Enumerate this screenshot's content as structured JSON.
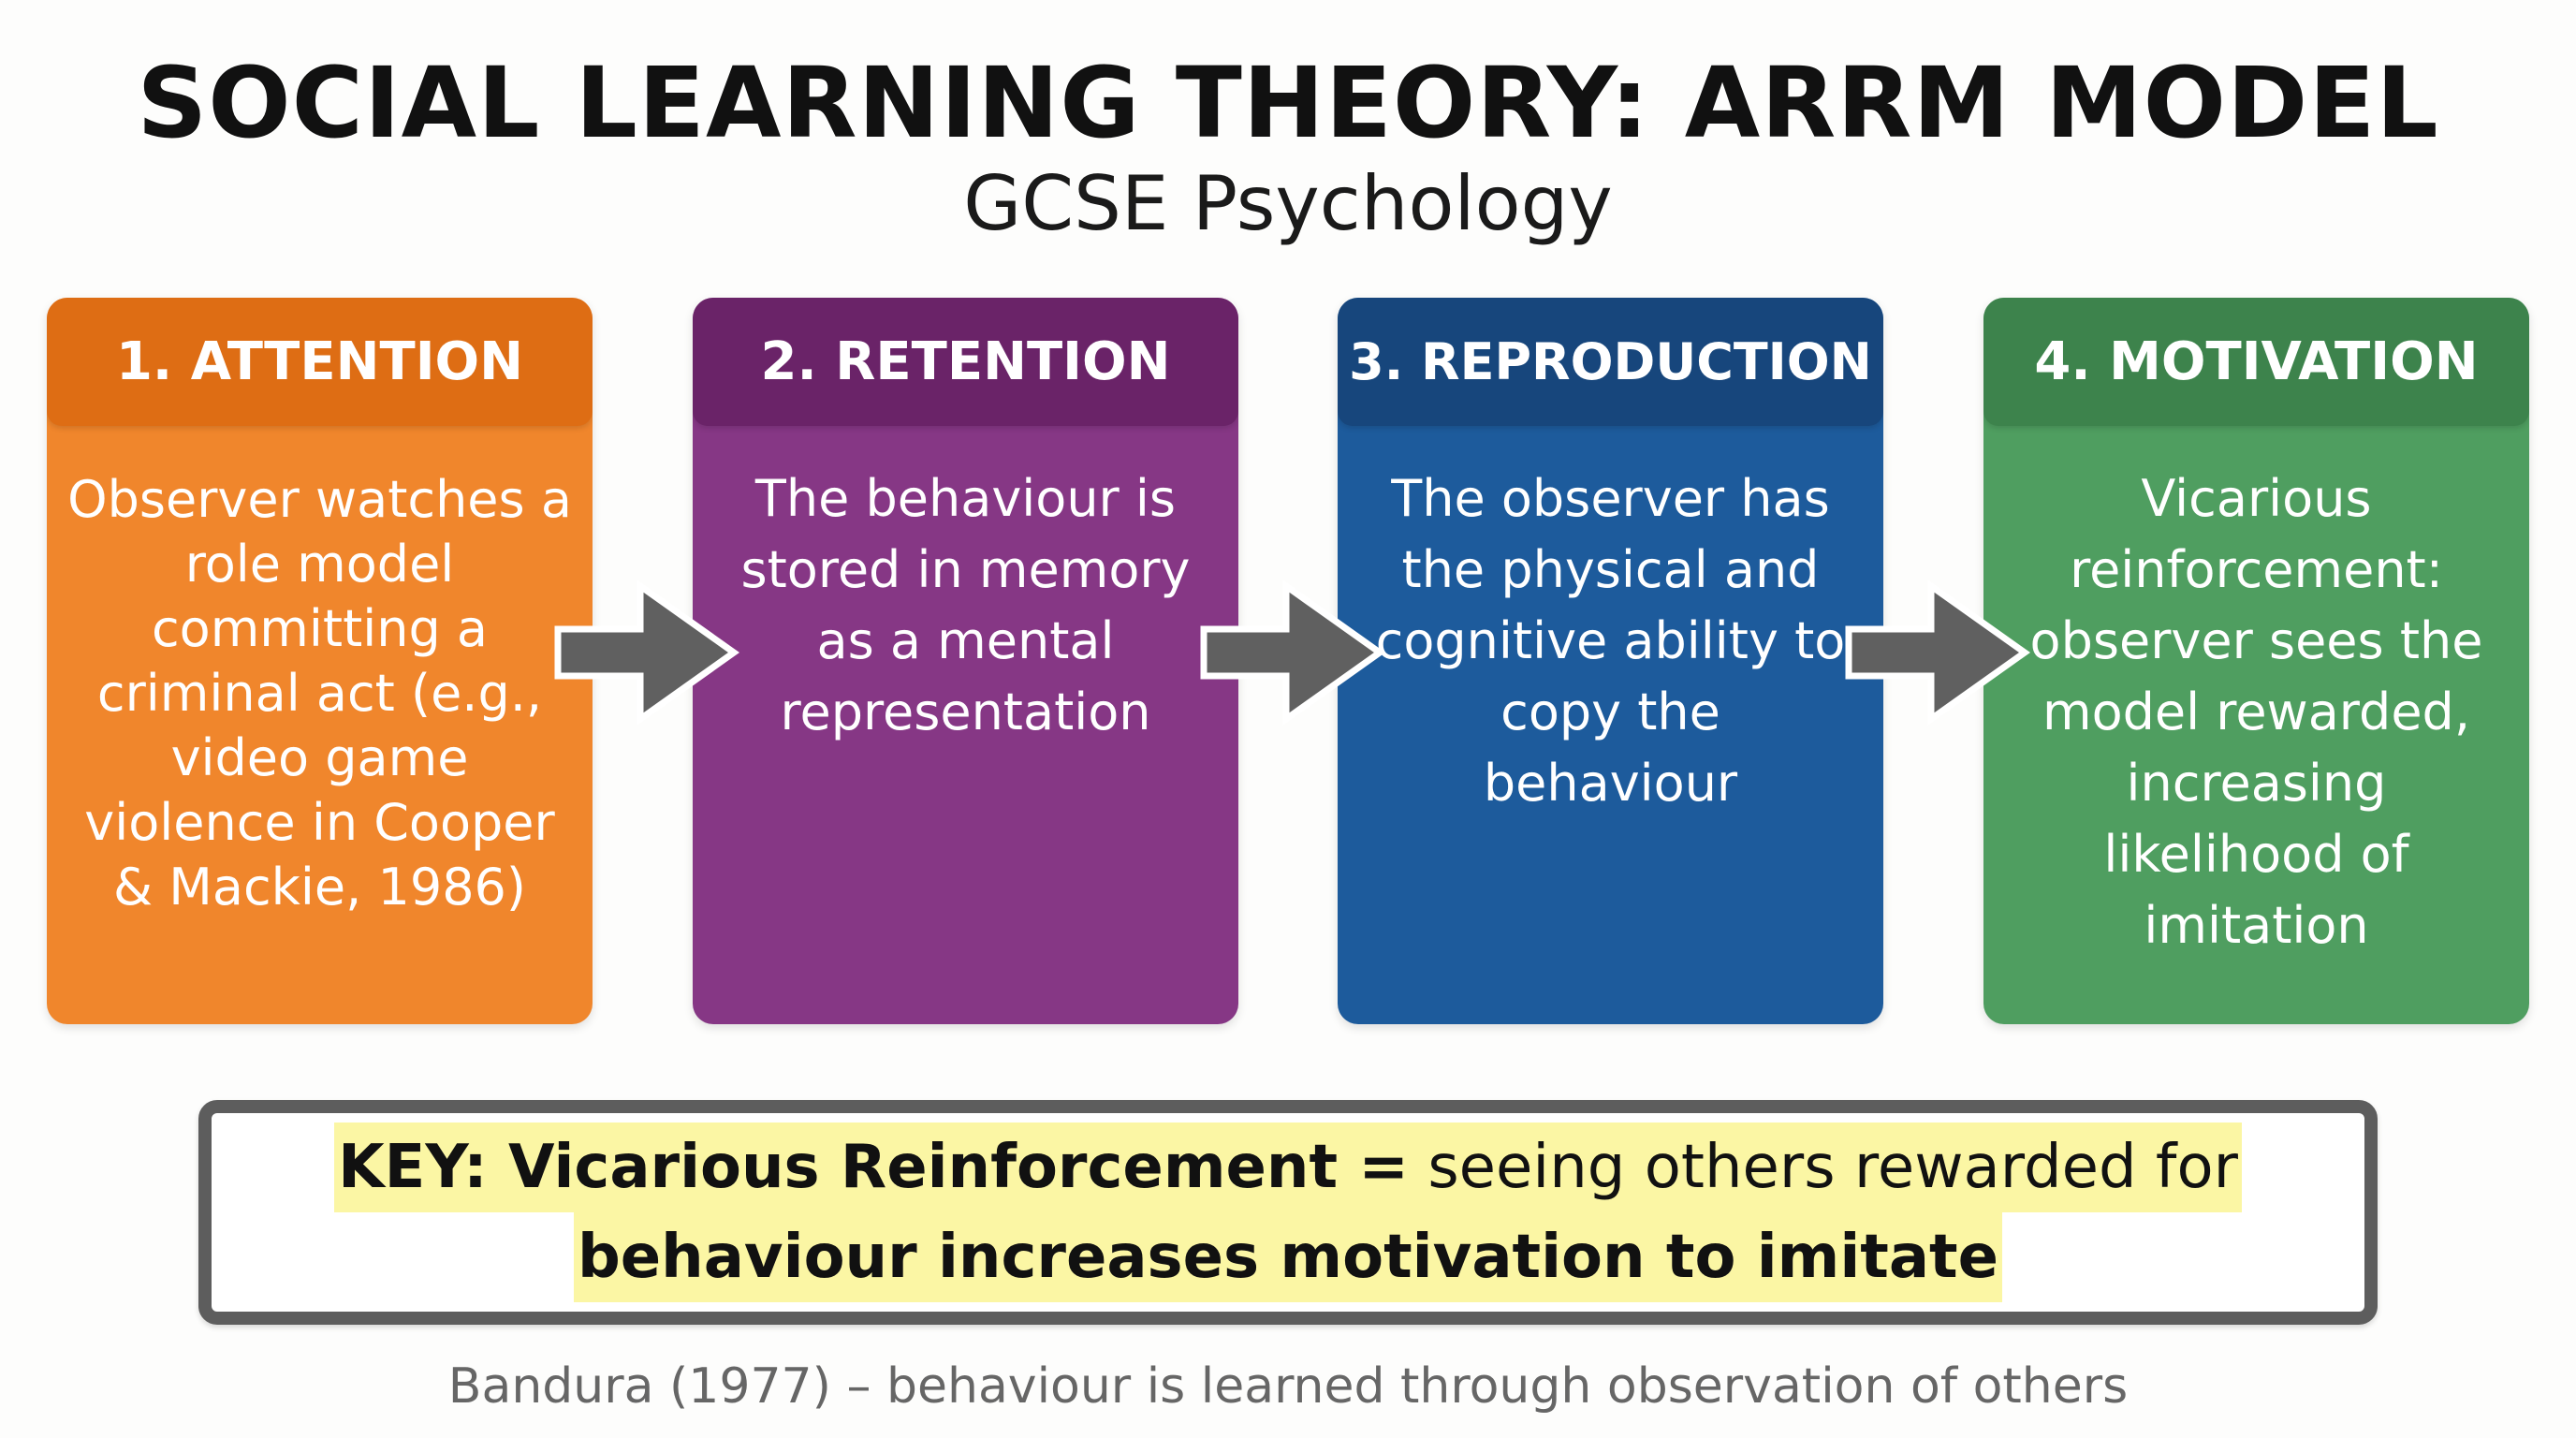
{
  "header": {
    "title": "SOCIAL LEARNING THEORY: ARRM MODEL",
    "subtitle": "GCSE Psychology"
  },
  "stages": [
    {
      "label": "1. ATTENTION",
      "color": "#f0862c",
      "header_color": "#de6d14",
      "description": "Observer watches a role model committing a criminal act (e.g., video game violence in Cooper & Mackie, 1986)"
    },
    {
      "label": "2. RETENTION",
      "color": "#863785",
      "header_color": "#6a2368",
      "description": "The behaviour is stored in memory as a mental representation"
    },
    {
      "label": "3. REPRODUCTION",
      "color": "#1d5b9c",
      "header_color": "#17467c",
      "description": "The observer has the physical and cognitive ability to copy the behaviour"
    },
    {
      "label": "4. MOTIVATION",
      "color": "#4f9e60",
      "header_color": "#3d834c",
      "description": "Vicarious reinforcement: observer sees the model rewarded, increasing likelihood of imitation"
    }
  ],
  "arrows": [
    {
      "icon": "arrow-right-icon",
      "from": "1. ATTENTION",
      "to": "2. RETENTION"
    },
    {
      "icon": "arrow-right-icon",
      "from": "2. RETENTION",
      "to": "3. REPRODUCTION"
    },
    {
      "icon": "arrow-right-icon",
      "from": "3. REPRODUCTION",
      "to": "4. MOTIVATION"
    }
  ],
  "key": {
    "term": "KEY: Vicarious Reinforcement =",
    "line1_rest": " seeing others rewarded for",
    "line2": "behaviour increases motivation to imitate",
    "highlight_color": "#fbf6a4",
    "border_color": "#5d5d5d"
  },
  "footer": {
    "text": "Bandura (1977) – behaviour is learned through observation of others"
  }
}
